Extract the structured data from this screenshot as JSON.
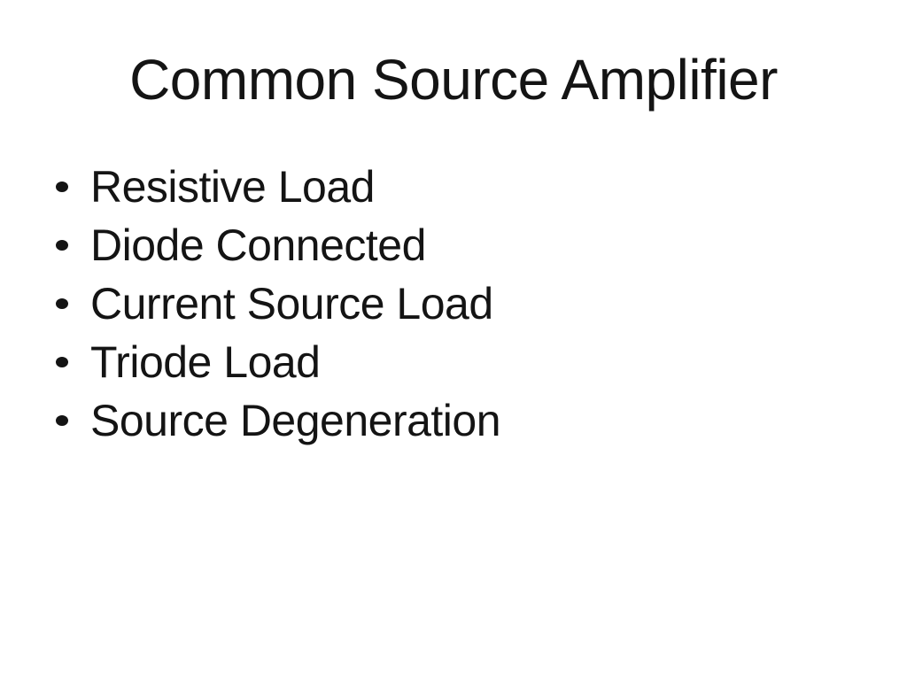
{
  "slide": {
    "title": "Common Source Amplifier",
    "bullet_icon": "dot",
    "bullets": [
      "Resistive Load",
      "Diode Connected",
      "Current Source Load",
      "Triode Load",
      "Source Degeneration"
    ],
    "colors": {
      "background": "#ffffff",
      "text": "#141414"
    }
  }
}
